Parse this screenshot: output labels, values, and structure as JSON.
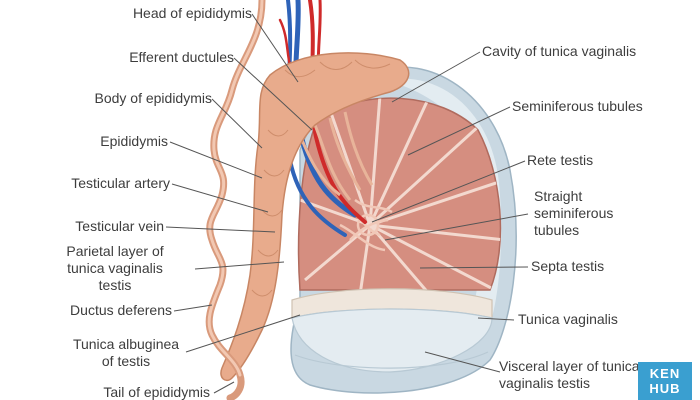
{
  "labels": {
    "head_of_epididymis": "Head of epididymis",
    "efferent_ductules": "Efferent ductules",
    "body_of_epididymis": "Body of epididymis",
    "epididymis": "Epididymis",
    "testicular_artery": "Testicular artery",
    "testicular_vein": "Testicular vein",
    "parietal_layer": [
      "Parietal layer of",
      "tunica vaginalis",
      "testis"
    ],
    "ductus_deferens": "Ductus deferens",
    "tunica_albuginea": [
      "Tunica albuginea",
      "of testis"
    ],
    "tail_of_epididymis": "Tail of epididymis",
    "cavity_tunica_vaginalis": "Cavity of tunica vaginalis",
    "seminiferous_tubules": "Seminiferous tubules",
    "rete_testis": "Rete testis",
    "straight_seminiferous_tubules": [
      "Straight",
      "seminiferous",
      "tubules"
    ],
    "septa_testis": "Septa testis",
    "tunica_vaginalis": "Tunica vaginalis",
    "visceral_layer": [
      "Visceral layer of tunica",
      "vaginalis testis"
    ]
  },
  "logo": {
    "line1": "KEN",
    "line2": "HUB"
  },
  "colors": {
    "epididymis": "#e8ab8c",
    "lobule": "#d58e80",
    "albuginea": "#efe6dc",
    "vaginalis": "#c9d8e2",
    "artery": "#cf2a2a",
    "vein": "#2e63b8",
    "leader": "#555555",
    "badge": "#3a9fd0"
  }
}
